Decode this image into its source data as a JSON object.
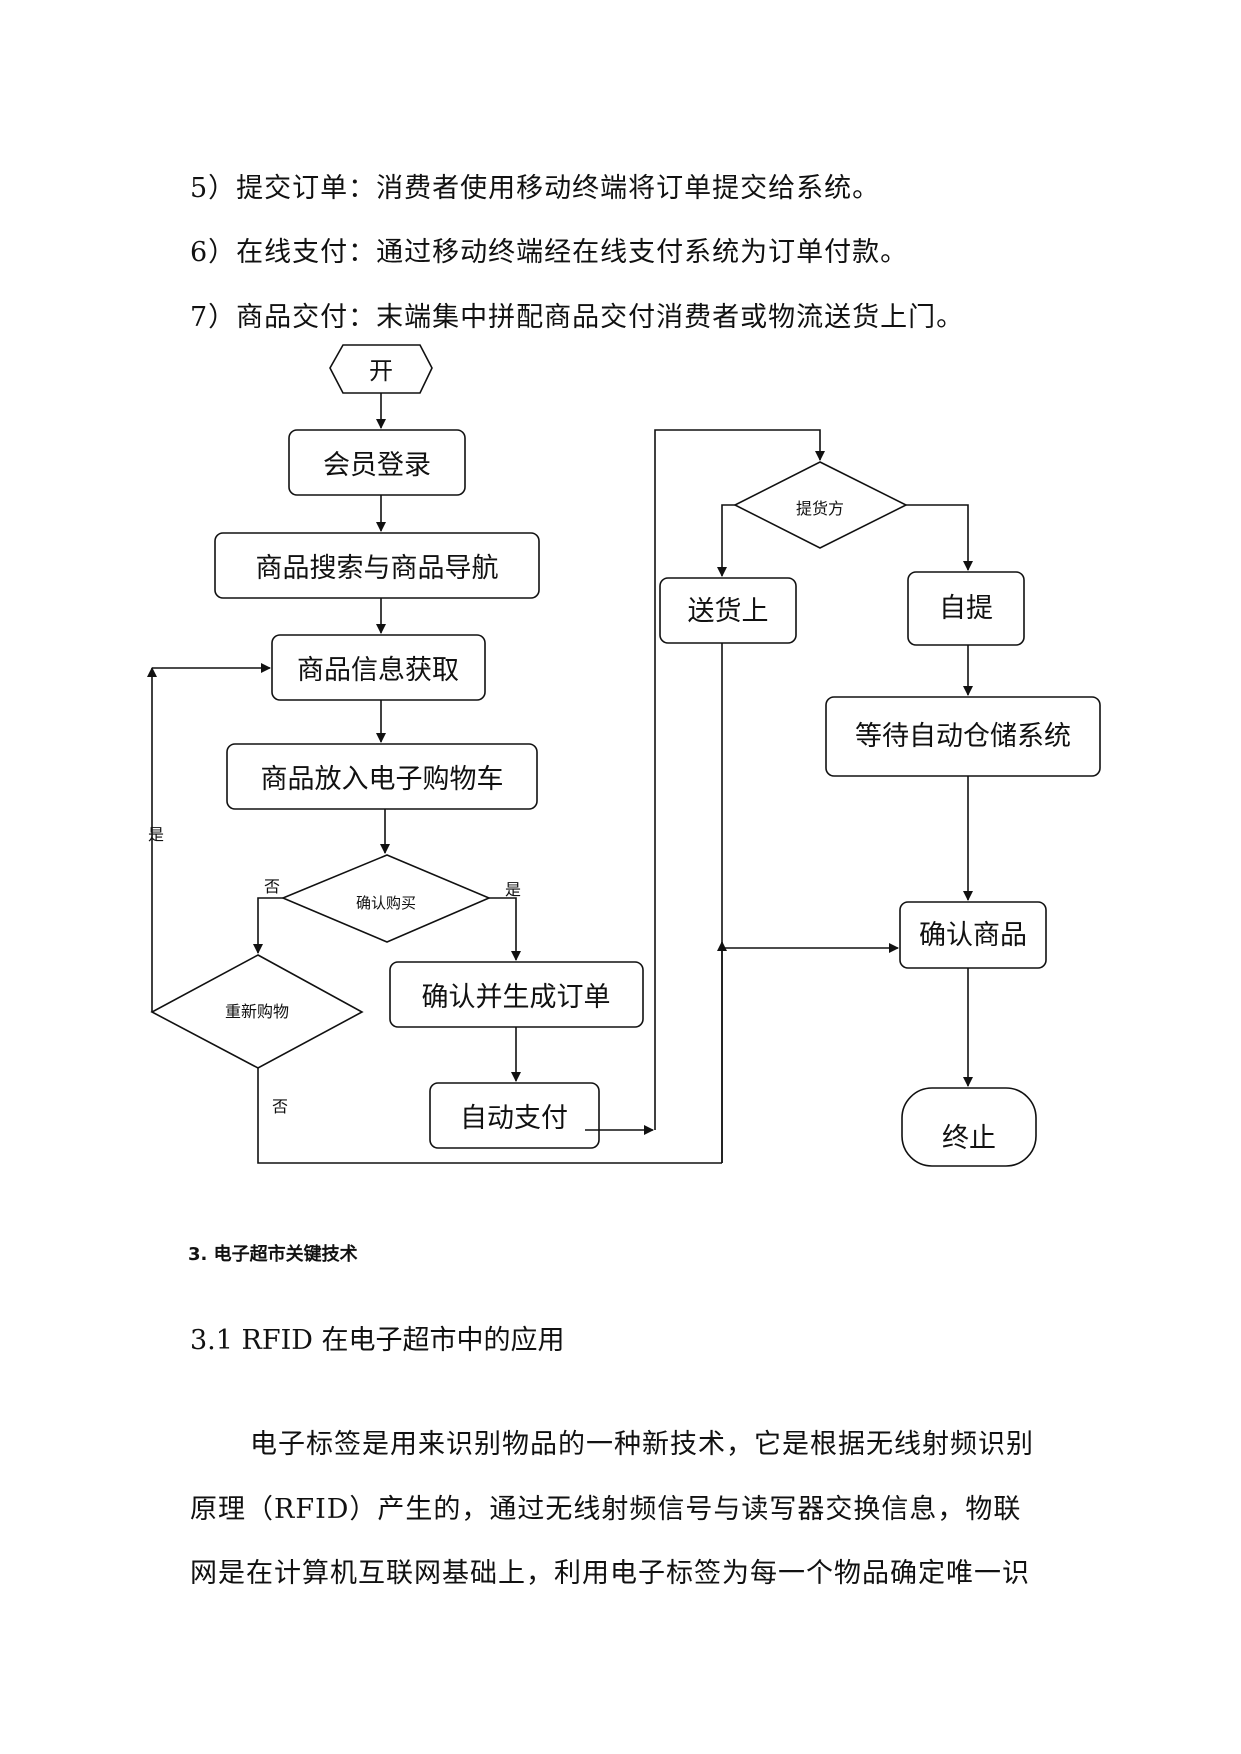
{
  "steps": [
    "5）提交订单：消费者使用移动终端将订单提交给系统。",
    "6）在线支付：通过移动终端经在线支付系统为订单付款。",
    "7）商品交付：末端集中拼配商品交付消费者或物流送货上门。"
  ],
  "flowchart": {
    "start": "开",
    "login": "会员登录",
    "search": "商品搜索与商品导航",
    "info": "商品信息获取",
    "cart": "商品放入电子购物车",
    "confirm_buy": "确认购买",
    "reshop": "重新购物",
    "gen_order": "确认并生成订单",
    "autopay": "自动支付",
    "pickup_method": "提货方",
    "deliver": "送货上",
    "self_pickup": "自提",
    "wait_storage": "等待自动仓储系统",
    "confirm_goods": "确认商品",
    "end": "终止",
    "label_yes_left": "是",
    "label_no_buy": "否",
    "label_yes_buy": "是",
    "label_no_reshop": "否"
  },
  "section_heading": "3. 电子超市关键技术",
  "subsection": "3.1 RFID  在电子超市中的应用",
  "paragraph_lines": [
    "电子标签是用来识别物品的一种新技术，它是根据无线射频识别",
    "原理（RFID）产生的，通过无线射频信号与读写器交换信息，物联",
    "网是在计算机互联网基础上，利用电子标签为每一个物品确定唯一识"
  ]
}
